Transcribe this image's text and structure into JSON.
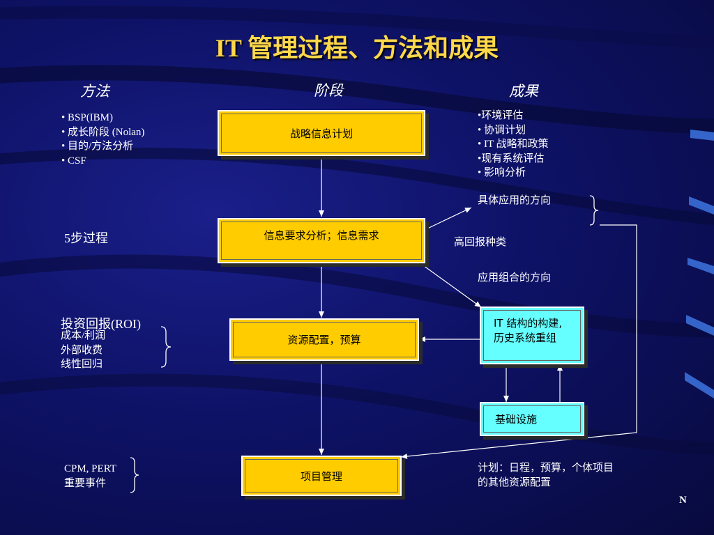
{
  "title": "IT 管理过程、方法和成果",
  "headers": {
    "methods": "方法",
    "stages": "阶段",
    "results": "成果"
  },
  "stages": {
    "s1": "战略信息计划",
    "s2": "信息要求分析；信息需求",
    "s3": "资源配置，预算",
    "s4": "项目管理"
  },
  "it_box": {
    "line1": "IT 结构的构建,",
    "line2": "历史系统重组"
  },
  "infra_box": "基础设施",
  "methods": {
    "bsp": [
      "• BSP(IBM)",
      "• 成长阶段 (Nolan)",
      "• 目的/方法分析",
      "• CSF"
    ],
    "five_step": "5步过程",
    "roi": {
      "head": "投资回报(ROI)",
      "items": [
        "成本/利润",
        "外部收费",
        "线性回归"
      ]
    },
    "cpm": [
      "CPM, PERT",
      "重要事件"
    ]
  },
  "results": {
    "strategic": [
      "•环境评估",
      "• 协调计划",
      "• IT 战略和政策",
      "•现有系统评估",
      "• 影响分析"
    ],
    "app_direction": "具体应用的方向",
    "high_return": "高回报种类",
    "portfolio_direction": "应用组合的方向",
    "plan": [
      "计划：日程，预算，个体项目",
      "的其他资源配置"
    ]
  },
  "slide_marker": "N",
  "colors": {
    "title": "#ffd84a",
    "stage_box": "#ffcc00",
    "it_box": "#66ffff",
    "background": "#0e1266"
  }
}
